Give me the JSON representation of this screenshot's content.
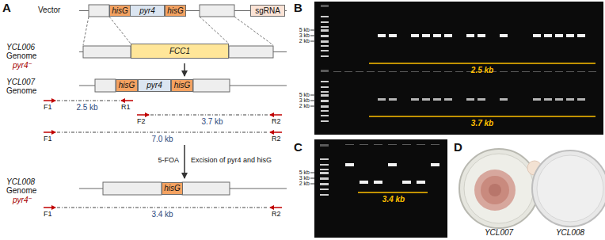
{
  "diagram": {
    "nodes": [
      {
        "text": [
          "hisG"
        ]
      },
      {
        "text": [
          "pyr4"
        ]
      },
      {
        "text": [
          "hisG"
        ]
      },
      {
        "text": [
          "sgRNA"
        ]
      },
      {
        "text": [
          "FCC1"
        ]
      },
      {
        "text": [
          "hisG"
        ]
      },
      {
        "text": [
          "pyr4"
        ]
      },
      {
        "text": [
          "hisG"
        ]
      },
      {
        "text": [
          "hisG"
        ]
      }
    ],
    "labels": [
      "A",
      "Vector",
      "YCL006",
      "Genome",
      "pyr4⁻",
      "YCL007",
      "Genome",
      "F1",
      "R1",
      "2.5 kb",
      "F2",
      "3.7 kb",
      "R2",
      "F1",
      "7.0 kb",
      "R2",
      "5-FOA",
      "Excision of pyr4 and hisG",
      "YCL008",
      "Genome",
      "pyr4⁻",
      "F1",
      "3.4 kb",
      "R2",
      "B",
      "5 kb",
      "3 kb",
      "2 kb",
      "2.5 kb",
      "5 kb",
      "3 kb",
      "2 kb",
      "3.7 kb",
      "C",
      "5 kb",
      "3 kb",
      "2 kb",
      "3.4 kb",
      "D",
      "YCL007",
      "YCL008"
    ]
  }
}
